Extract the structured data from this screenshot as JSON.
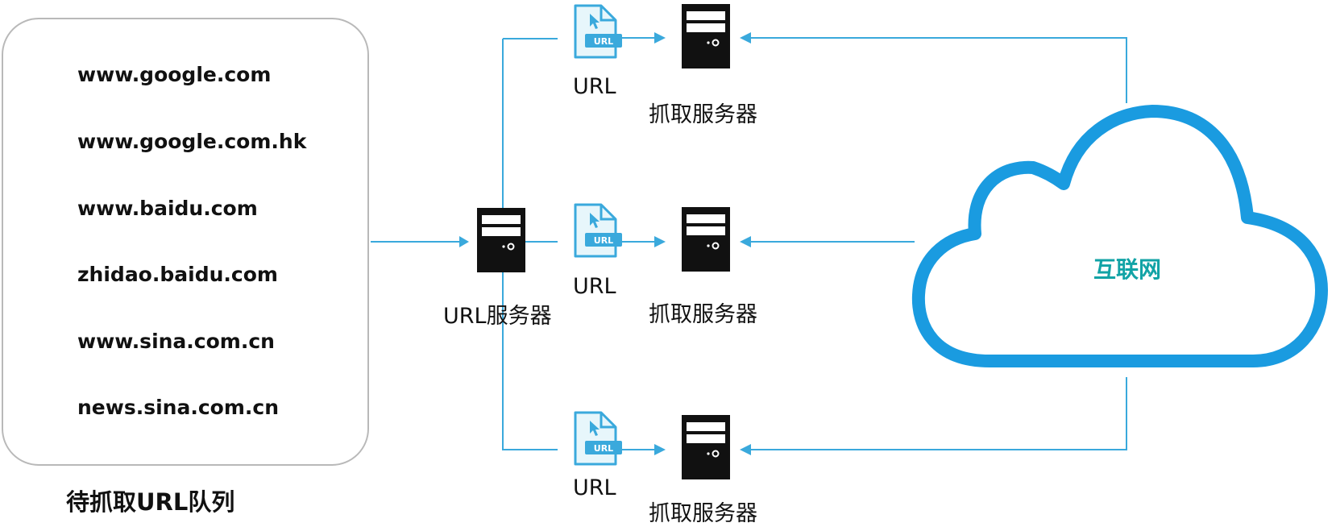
{
  "queue": {
    "urls": [
      "www.google.com",
      "www.google.com.hk",
      "www.baidu.com",
      "zhidao.baidu.com",
      "www.sina.com.cn",
      "news.sina.com.cn"
    ],
    "caption": "待抓取URL队列"
  },
  "url_server": {
    "label": "URL服务器"
  },
  "url_files": [
    {
      "icon_text": "URL",
      "label": "URL"
    },
    {
      "icon_text": "URL",
      "label": "URL"
    },
    {
      "icon_text": "URL",
      "label": "URL"
    }
  ],
  "fetch_servers": [
    {
      "label": "抓取服务器"
    },
    {
      "label": "抓取服务器"
    },
    {
      "label": "抓取服务器"
    }
  ],
  "cloud": {
    "label": "互联网"
  },
  "colors": {
    "line": "#3aa9dc",
    "cloud_stroke": "#1a9be0",
    "server": "#111111",
    "cloud_text": "#12a3a6"
  }
}
